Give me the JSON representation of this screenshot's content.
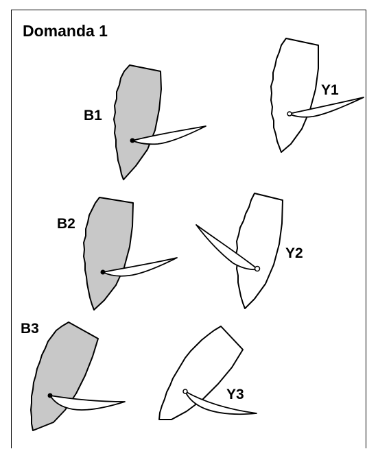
{
  "title": "Domanda 1",
  "boats": {
    "b1": {
      "label": "B1",
      "color": "grey"
    },
    "b2": {
      "label": "B2",
      "color": "grey"
    },
    "b3": {
      "label": "B3",
      "color": "grey"
    },
    "y1": {
      "label": "Y1",
      "color": "white"
    },
    "y2": {
      "label": "Y2",
      "color": "white"
    },
    "y3": {
      "label": "Y3",
      "color": "white"
    }
  },
  "colors": {
    "blue_team_fill": "#c8c8c8",
    "yellow_team_fill": "#ffffff",
    "outline": "#000000"
  }
}
